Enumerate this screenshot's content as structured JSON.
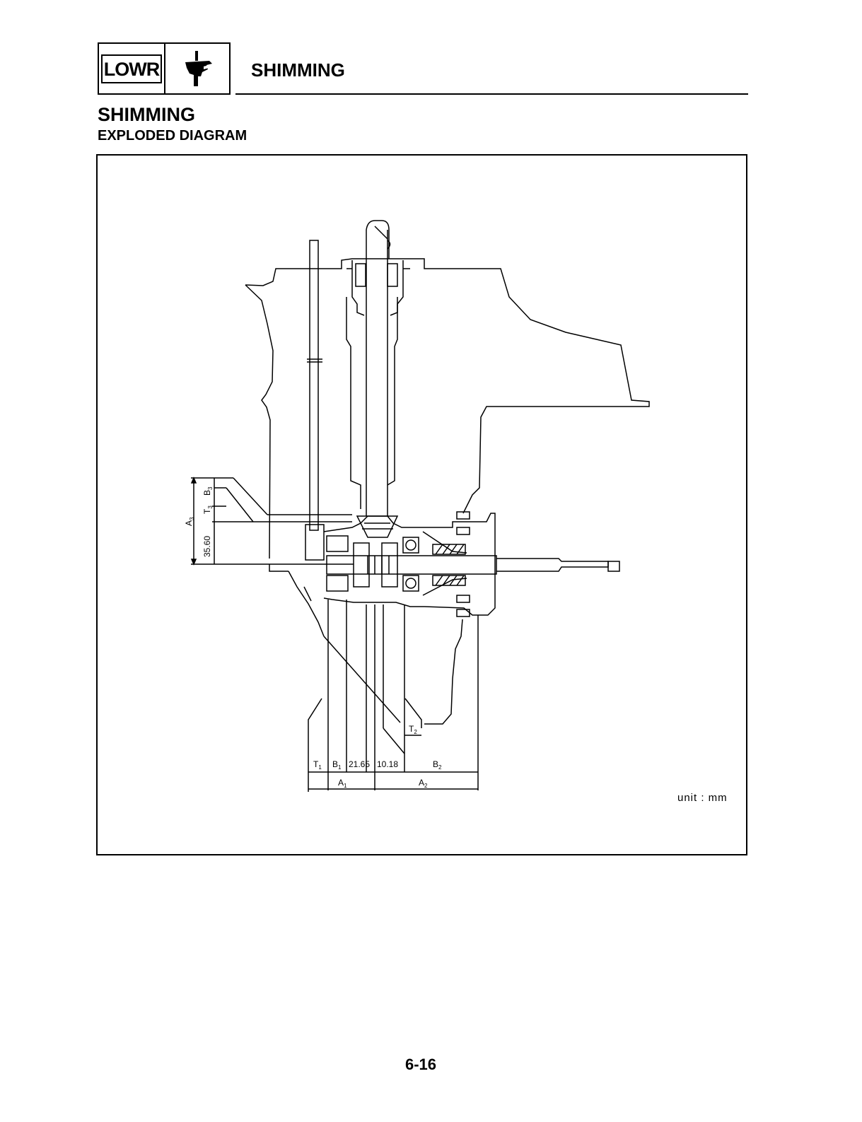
{
  "header": {
    "section_code": "LOWR",
    "icon": "lower-unit-icon",
    "title": "SHIMMING"
  },
  "section": {
    "title": "SHIMMING",
    "subtitle": "EXPLODED DIAGRAM"
  },
  "diagram": {
    "labels": {
      "a3": "A",
      "a3_sub": "3",
      "t3": "T",
      "t3_sub": "3",
      "b3": "B",
      "b3_sub": "3",
      "vert_dim": "35.60",
      "t2": "T",
      "t2_sub": "2",
      "t1": "T",
      "t1_sub": "1",
      "b1": "B",
      "b1_sub": "1",
      "dim_21": "21.65",
      "dim_10": "10.18",
      "b2": "B",
      "b2_sub": "2",
      "a1": "A",
      "a1_sub": "1",
      "a2": "A",
      "a2_sub": "2"
    },
    "unit": "unit : mm"
  },
  "footer": {
    "page_number": "6-16"
  }
}
